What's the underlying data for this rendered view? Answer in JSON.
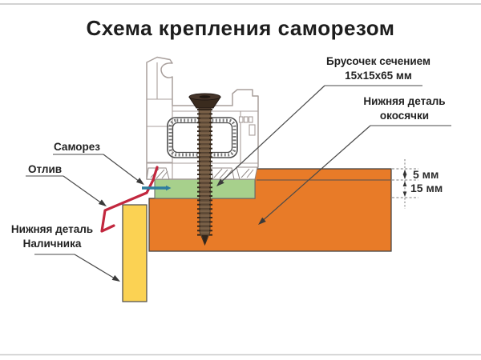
{
  "title": "Схема крепления саморезом",
  "labels": {
    "brusochek": "Брусочек сечением\n15х15х65 мм",
    "okosyachka": "Нижняя деталь\nокосячки",
    "samorez": "Саморез",
    "otliv": "Отлив",
    "nalichnik": "Нижняя деталь\nНаличника"
  },
  "dimensions": {
    "gap_top": "5 мм",
    "gap_bottom": "15 мм"
  },
  "colors": {
    "casing_orange": "#E87B28",
    "block_green": "#A7D08C",
    "trim_yellow": "#FBD253",
    "drip_red": "#C2273E",
    "screw_blue": "#2D7D9E"
  }
}
